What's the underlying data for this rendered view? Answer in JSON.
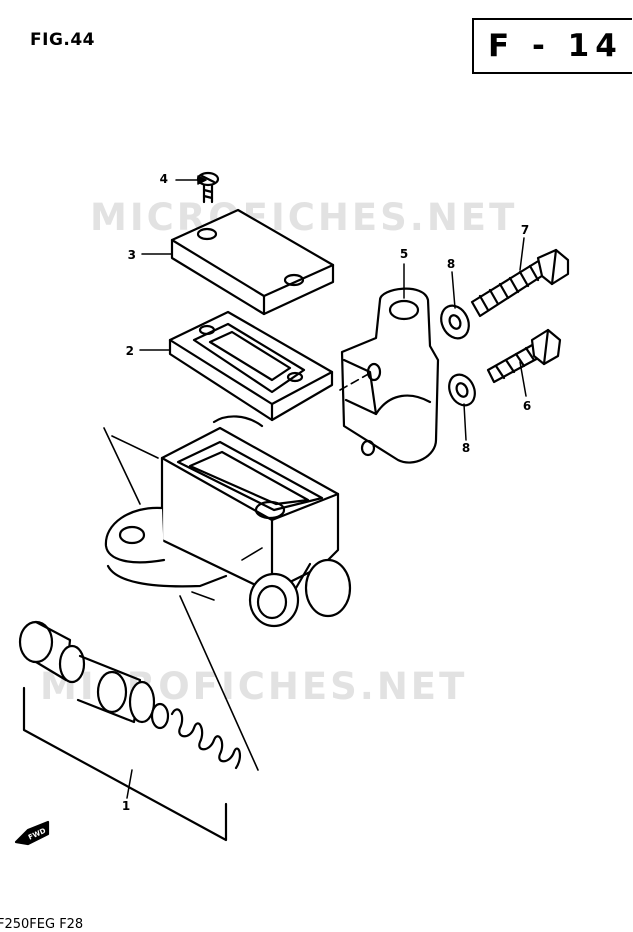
{
  "figure": {
    "title": "FIG.44",
    "page_code": "F - 14",
    "watermark": "MICROFICHES.NET",
    "model_code": "F250FEG  F28"
  },
  "callouts": [
    {
      "id": "1",
      "label": "1"
    },
    {
      "id": "2",
      "label": "2"
    },
    {
      "id": "3",
      "label": "3"
    },
    {
      "id": "4",
      "label": "4"
    },
    {
      "id": "5",
      "label": "5"
    },
    {
      "id": "6",
      "label": "6"
    },
    {
      "id": "7",
      "label": "7"
    },
    {
      "id": "8a",
      "label": "8"
    },
    {
      "id": "8b",
      "label": "8"
    }
  ],
  "fwd_label": "FWD"
}
